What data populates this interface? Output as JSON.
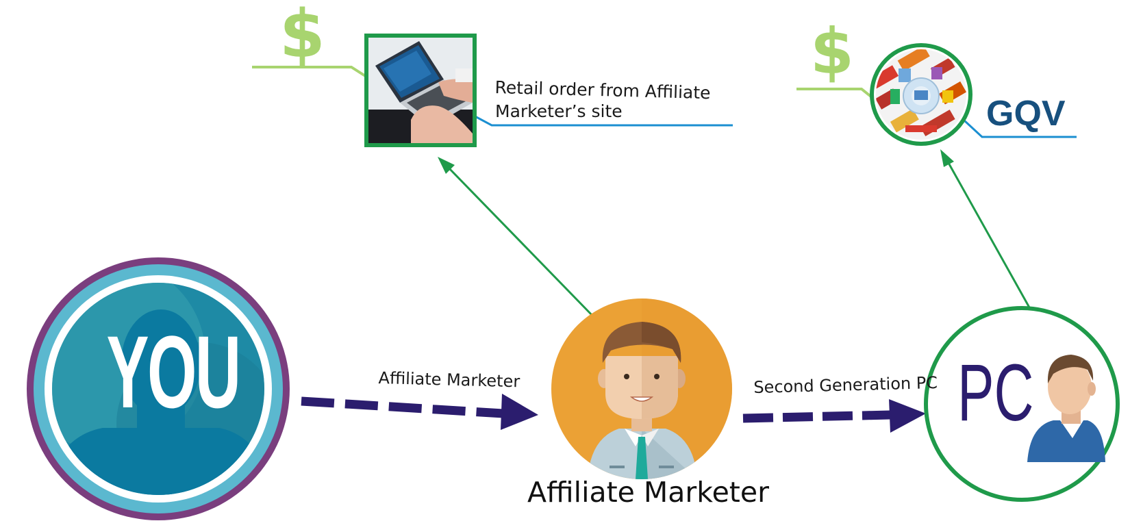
{
  "diagram": {
    "you_label": "YOU",
    "pc_label": "PC",
    "gqv_label": "GQV",
    "retail_label_line1": "Retail order from Affiliate",
    "retail_label_line2": "Marketer’s site",
    "arrow1_label": "Affiliate Marketer",
    "arrow2_label": "Second Generation PC",
    "affiliate_caption": "Affiliate Marketer",
    "dollar_symbol_1": "$",
    "dollar_symbol_2": "$"
  },
  "colors": {
    "you_ring_outer": "#7a3e7e",
    "you_ring_inner": "#5bb8cf",
    "you_fill": "#1e8aa5",
    "green": "#1f9a4a",
    "light_green": "#a8d46f",
    "blue_line": "#1b8fd1",
    "dash_arrow": "#2b1d6e",
    "affiliate_orange": "#eba135",
    "gqv_text": "#17507e"
  },
  "icons": {
    "you": "you-person-icon",
    "laptop": "laptop-typing-icon",
    "products": "products-collage-icon",
    "affiliate": "businessman-avatar-icon",
    "pc": "pc-person-icon"
  }
}
